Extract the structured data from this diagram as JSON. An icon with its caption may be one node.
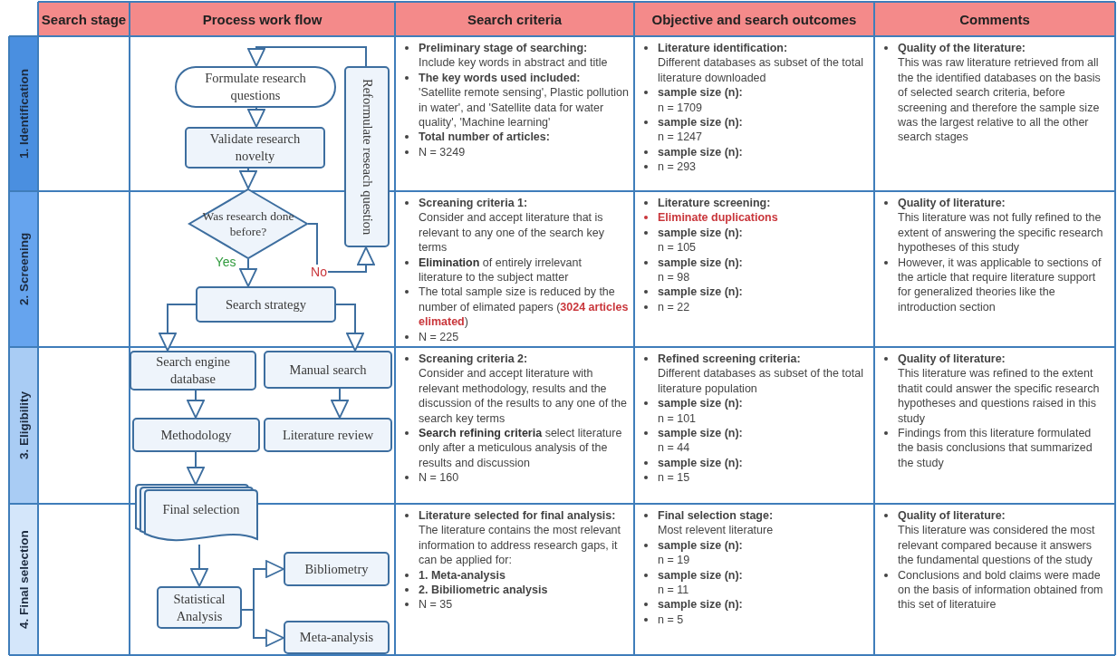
{
  "diagram": {
    "nodes": [
      {
        "text": [
          "Formulate research questions"
        ]
      },
      {
        "text": [
          "Reformulate reseach question"
        ]
      },
      {
        "text": [
          "Validate research novelty"
        ]
      },
      {
        "text": [
          "Was research done before?"
        ]
      },
      {
        "text": [
          "Search strategy"
        ]
      },
      {
        "text": [
          "Search engine database"
        ]
      },
      {
        "text": [
          "Manual search"
        ]
      },
      {
        "text": [
          "Methodology"
        ]
      },
      {
        "text": [
          "Literature review"
        ]
      },
      {
        "text": [
          "Final selection"
        ]
      },
      {
        "text": [
          "Statistical Analysis"
        ]
      },
      {
        "text": [
          "Bibliometry"
        ]
      },
      {
        "text": [
          "Meta-analysis"
        ]
      }
    ],
    "edges": [
      {
        "from": 0,
        "to": 2,
        "arrow": "to"
      },
      {
        "from": 2,
        "to": 3,
        "arrow": "to"
      },
      {
        "from": 3,
        "to": 4,
        "arrow": "to",
        "label": "Yes"
      },
      {
        "from": 3,
        "to": 1,
        "arrow": "to",
        "label": "No"
      },
      {
        "from": 1,
        "to": 0,
        "arrow": "to"
      },
      {
        "from": 4,
        "to": 5,
        "arrow": "to"
      },
      {
        "from": 4,
        "to": 6,
        "arrow": "to"
      },
      {
        "from": 5,
        "to": 7,
        "arrow": "to"
      },
      {
        "from": 6,
        "to": 8,
        "arrow": "to"
      },
      {
        "from": 7,
        "to": 9,
        "arrow": "to"
      },
      {
        "from": 9,
        "to": 10,
        "arrow": "to"
      },
      {
        "from": 10,
        "to": 11,
        "arrow": "to"
      },
      {
        "from": 10,
        "to": 12,
        "arrow": "to"
      }
    ],
    "labels": [
      "Search stage",
      "Process work flow",
      "Search criteria",
      "Objective and search outcomes",
      "Comments",
      "1. Identification",
      "Preliminary stage of searching:",
      "Include key words in abstract and title",
      "The key words used included:",
      "'Satellite remote sensing', Plastic pollution in water', and 'Satellite data for water quality', 'Machine learning'",
      "Total number of articles:",
      "N = 3249",
      "Literature identification:",
      "Different databases as subset of the total literature downloaded",
      "sample size (n):",
      "n = 1709",
      "sample size (n):",
      "n = 1247",
      "sample size (n):",
      "n = 293",
      "Quality of the literature:",
      "This was raw literature retrieved from all the the identified databases on the basis of selected search criteria, before screening and therefore the sample size was the largest relative to all the other search stages",
      "2. Screening",
      "Screaning criteria 1:",
      "Consider and accept literature that is relevant to any one of the search key terms",
      "**Elimination** of entirely irrelevant literature to the subject matter",
      "The total sample size is reduced by the number of elimated papers (**3024 articles elimated**)",
      "N = 225",
      "Literature screening:",
      "Eliminate duplications",
      "sample size (n):",
      "n = 105",
      "sample size (n):",
      "n = 98",
      "sample size (n):",
      "n = 22",
      "Quality of literature:",
      "This literature was not fully refined to the extent of answering the specific research hypotheses of this study",
      "However, it was applicable to sections of the article that require literature support for generalized theories like the introduction section",
      "3. Eligibility",
      "Screaning criteria 2:",
      "Consider and accept literature with relevant methodology, results and the discussion of the results to any one of the search key terms",
      "**Search refining criteria** select literature only after a meticulous analysis of the results and discussion",
      "N = 160",
      "Refined screening criteria:",
      "Different databases as subset of the total literature population",
      "sample size (n):",
      "n = 101",
      "sample size (n):",
      "n = 44",
      "sample size (n):",
      "n = 15",
      "Quality of literature:",
      "This literature was refined to the extent thatit could answer the specific research hypotheses and questions raised in this study",
      "Findings from this literature formulated the basis conclusions that summarized the study",
      "4. Final selection",
      "Literature selected for final analysis:",
      "The literature contains the most relevant information to address research gaps, it can be applied for:",
      "1. Meta-analysis",
      "2. Bibiliometric analysis",
      "N = 35",
      "Final selection stage:",
      "Most relevent literature",
      "sample size (n):",
      "n = 19",
      "sample size (n):",
      "n = 11",
      "sample size (n):",
      "n = 5",
      "Quality of literature:",
      "This literature was considered the most relevant compared because it answers the fundamental questions of the study",
      "Conclusions and bold claims were made on the basis of information obtained from this set of literatuire"
    ]
  }
}
